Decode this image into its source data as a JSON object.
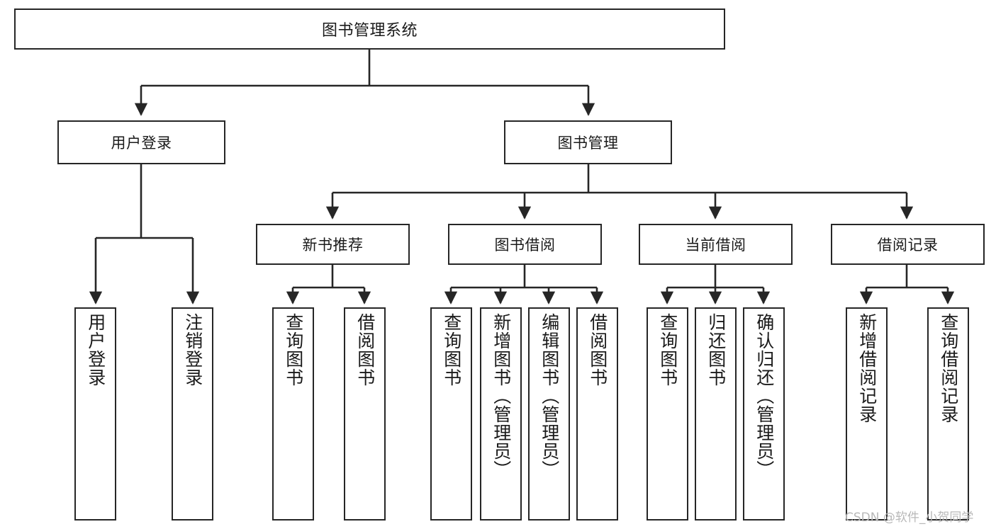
{
  "diagram": {
    "title_node": {
      "label": "图书管理系统"
    },
    "level1": [
      {
        "label": "用户登录"
      },
      {
        "label": "图书管理"
      }
    ],
    "level2": [
      {
        "label": "新书推荐"
      },
      {
        "label": "图书借阅"
      },
      {
        "label": "当前借阅"
      },
      {
        "label": "借阅记录"
      }
    ],
    "leaves": {
      "user_login": [
        {
          "label": "用户登录"
        },
        {
          "label": "注销登录"
        }
      ],
      "new_book_recommend": [
        {
          "label": "查询图书"
        },
        {
          "label": "借阅图书"
        }
      ],
      "book_borrow": [
        {
          "label": "查询图书"
        },
        {
          "label": "新增图书（管理员）"
        },
        {
          "label": "编辑图书（管理员）"
        },
        {
          "label": "借阅图书"
        }
      ],
      "current_borrow": [
        {
          "label": "查询图书"
        },
        {
          "label": "归还图书"
        },
        {
          "label": "确认归还（管理员）"
        }
      ],
      "borrow_record": [
        {
          "label": "新增借阅记录"
        },
        {
          "label": "查询借阅记录"
        }
      ]
    }
  },
  "watermark": {
    "text": "CSDN @软件_小贺同学"
  },
  "colors": {
    "stroke": "#262626",
    "background": "#ffffff",
    "text": "#1a1a1a",
    "watermark": "#b8b8b8"
  }
}
